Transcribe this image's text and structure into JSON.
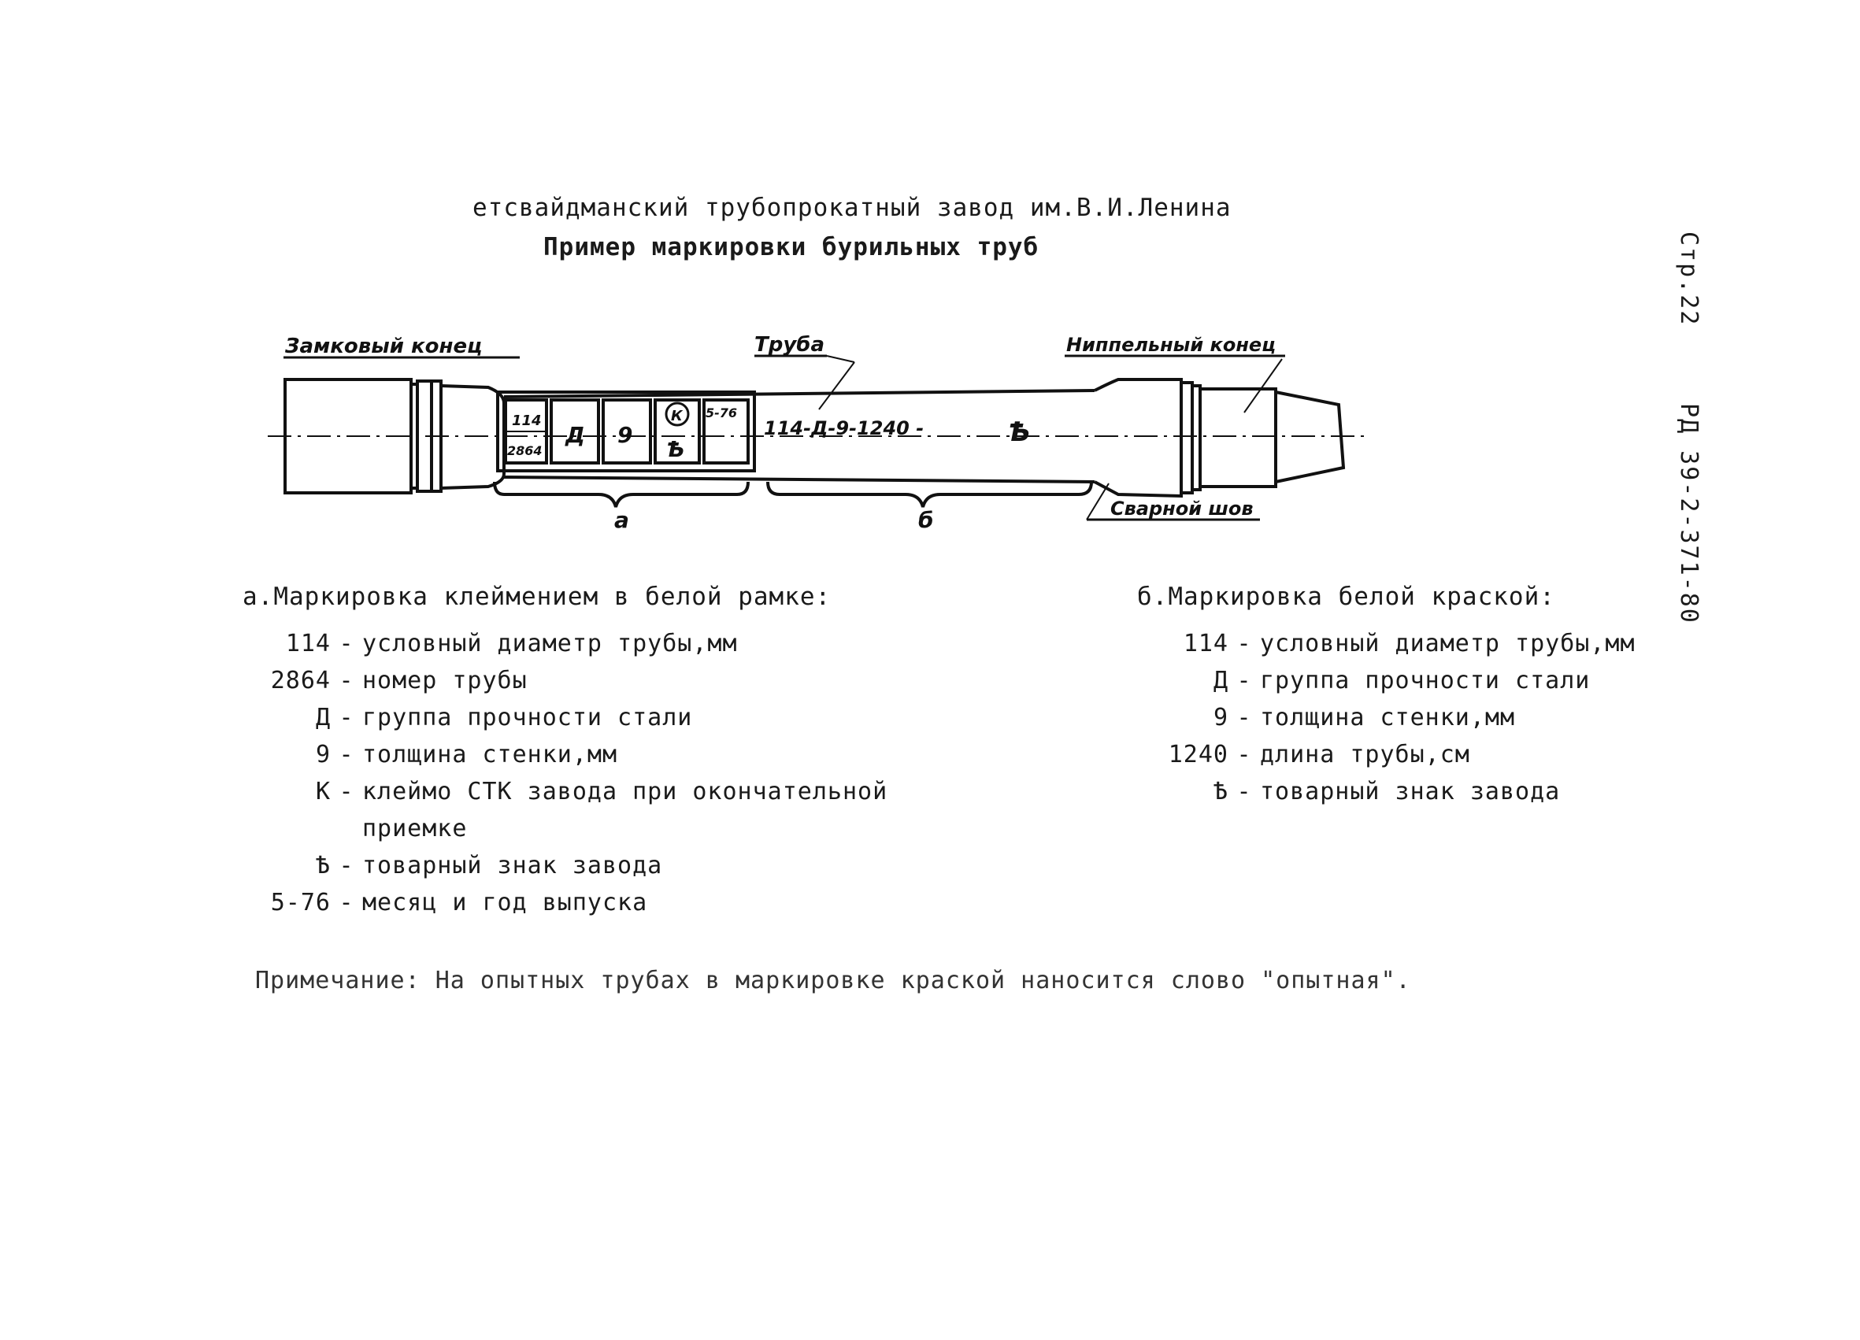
{
  "header": {
    "line1": "етсвайдманский трубопрокатный завод им.В.И.Ленина",
    "line2": "Пример маркировки бурильных труб"
  },
  "side": {
    "page": "Стр.22",
    "doc_code": "РД 39-2-371-80"
  },
  "diagram": {
    "label_left_end": "Замковый конец",
    "label_pipe": "Труба",
    "label_right_end": "Ниппельный конец",
    "label_weld": "Сварной шов",
    "stamp_1_top": "114",
    "stamp_1_bottom": "2864",
    "stamp_2": "Д",
    "stamp_3": "9",
    "stamp_4_top": "К",
    "stamp_4_bottom": "Ѣ",
    "stamp_5": "5-76",
    "paint_text": "114-Д-9-1240 -",
    "paint_mark": "Ѣ",
    "brace_a": "а",
    "brace_b": "б"
  },
  "section_a": {
    "title": "а.Маркировка клеймением в белой рамке:",
    "rows": [
      {
        "code": "114",
        "text": "условный диаметр трубы,мм"
      },
      {
        "code": "2864",
        "text": "номер трубы"
      },
      {
        "code": "Д",
        "text": "группа прочности стали"
      },
      {
        "code": "9",
        "text": "толщина стенки,мм"
      },
      {
        "code": "К",
        "text": "клеймо СТК завода при окончательной"
      },
      {
        "code": "",
        "text": "приемке"
      },
      {
        "code": "Ѣ",
        "text": "товарный знак завода"
      },
      {
        "code": "5-76",
        "text": "месяц и год выпуска"
      }
    ]
  },
  "section_b": {
    "title": "б.Маркировка белой краской:",
    "rows": [
      {
        "code": "114",
        "text": "условный диаметр трубы,мм"
      },
      {
        "code": "Д",
        "text": "группа прочности стали"
      },
      {
        "code": "9",
        "text": "толщина стенки,мм"
      },
      {
        "code": "1240",
        "text": "длина трубы,см"
      },
      {
        "code": "Ѣ",
        "text": "товарный знак завода"
      }
    ]
  },
  "note": "Примечание: На опытных трубах в маркировке краской наносится слово \"опытная\"."
}
